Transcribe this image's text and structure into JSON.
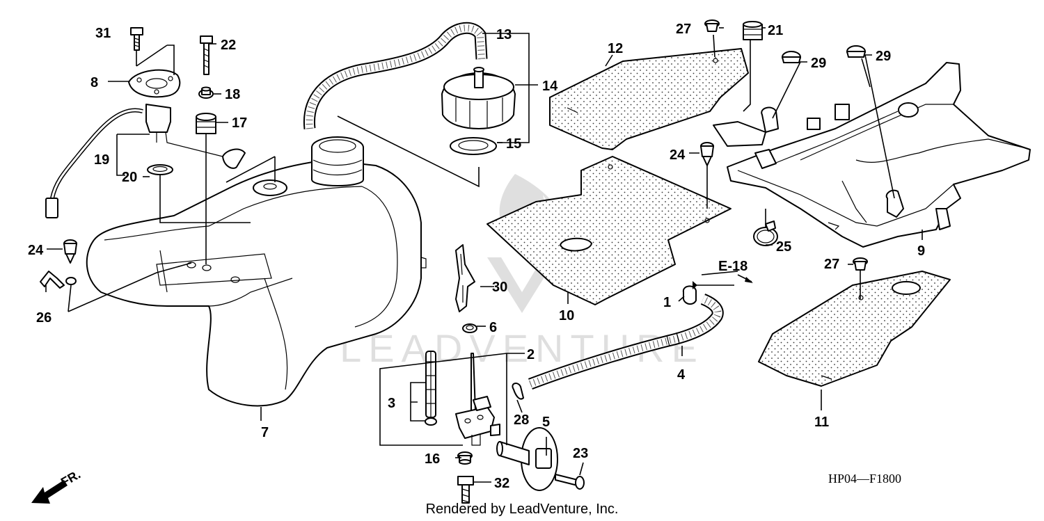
{
  "diagram": {
    "code": "HP04—F1800",
    "credit": "Rendered by LeadVenture, Inc.",
    "watermark": "LEADVENTURE",
    "front_label": "FR.",
    "reference": "E-18",
    "callouts": [
      {
        "id": "c1",
        "text": "1"
      },
      {
        "id": "c2",
        "text": "2"
      },
      {
        "id": "c3",
        "text": "3"
      },
      {
        "id": "c4",
        "text": "4"
      },
      {
        "id": "c5",
        "text": "5"
      },
      {
        "id": "c6",
        "text": "6"
      },
      {
        "id": "c7",
        "text": "7"
      },
      {
        "id": "c8",
        "text": "8"
      },
      {
        "id": "c9",
        "text": "9"
      },
      {
        "id": "c10",
        "text": "10"
      },
      {
        "id": "c11",
        "text": "11"
      },
      {
        "id": "c12",
        "text": "12"
      },
      {
        "id": "c13",
        "text": "13"
      },
      {
        "id": "c14",
        "text": "14"
      },
      {
        "id": "c15",
        "text": "15"
      },
      {
        "id": "c16",
        "text": "16"
      },
      {
        "id": "c17",
        "text": "17"
      },
      {
        "id": "c18",
        "text": "18"
      },
      {
        "id": "c19",
        "text": "19"
      },
      {
        "id": "c20",
        "text": "20"
      },
      {
        "id": "c21",
        "text": "21"
      },
      {
        "id": "c22",
        "text": "22"
      },
      {
        "id": "c23",
        "text": "23"
      },
      {
        "id": "c24a",
        "text": "24"
      },
      {
        "id": "c24b",
        "text": "24"
      },
      {
        "id": "c25",
        "text": "25"
      },
      {
        "id": "c26",
        "text": "26"
      },
      {
        "id": "c27a",
        "text": "27"
      },
      {
        "id": "c27b",
        "text": "27"
      },
      {
        "id": "c28",
        "text": "28"
      },
      {
        "id": "c29a",
        "text": "29"
      },
      {
        "id": "c29b",
        "text": "29"
      },
      {
        "id": "c30",
        "text": "30"
      },
      {
        "id": "c31",
        "text": "31"
      },
      {
        "id": "c32",
        "text": "32"
      }
    ]
  }
}
